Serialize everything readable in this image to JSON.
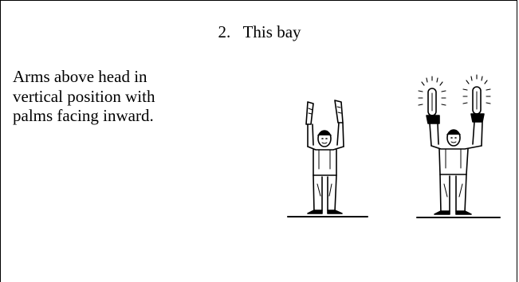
{
  "signal": {
    "number": "2.",
    "title": "This bay",
    "description_lines": [
      "Arms above head in",
      "vertical position with",
      "palms facing inward."
    ]
  },
  "figures": [
    {
      "name": "marshaller-hands",
      "icon": "marshaller-arms-raised-icon"
    },
    {
      "name": "marshaller-wands",
      "icon": "marshaller-lighted-wands-icon"
    }
  ],
  "colors": {
    "ink": "#000000",
    "background": "#ffffff"
  }
}
